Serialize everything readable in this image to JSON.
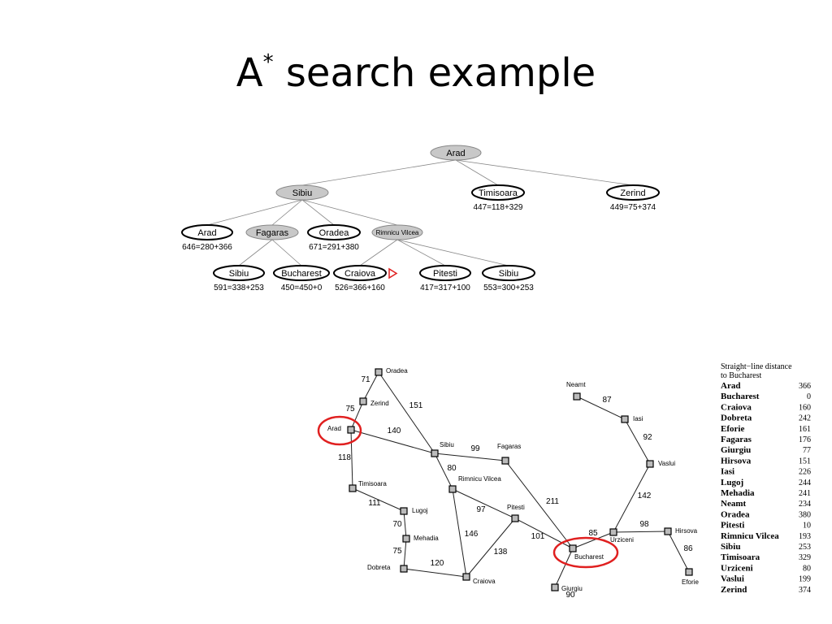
{
  "slide": {
    "title_main": "A",
    "title_star": "*",
    "title_rest": " search example"
  },
  "tree": {
    "nodes": [
      {
        "id": "root",
        "label": "Arad",
        "f": "",
        "expanded": true
      },
      {
        "id": "sibiu",
        "label": "Sibiu",
        "f": "",
        "expanded": true
      },
      {
        "id": "timisoara",
        "label": "Timisoara",
        "f": "447=118+329",
        "expanded": false
      },
      {
        "id": "zerind",
        "label": "Zerind",
        "f": "449=75+374",
        "expanded": false
      },
      {
        "id": "arad2",
        "label": "Arad",
        "f": "646=280+366",
        "expanded": false
      },
      {
        "id": "fagaras",
        "label": "Fagaras",
        "f": "",
        "expanded": true
      },
      {
        "id": "oradea",
        "label": "Oradea",
        "f": "671=291+380",
        "expanded": false
      },
      {
        "id": "rimnicu",
        "label": "Rimnicu Vilcea",
        "f": "",
        "expanded": true
      },
      {
        "id": "sibiu2",
        "label": "Sibiu",
        "f": "591=338+253",
        "expanded": false
      },
      {
        "id": "bucharest",
        "label": "Bucharest",
        "f": "450=450+0",
        "expanded": false
      },
      {
        "id": "craiova",
        "label": "Craiova",
        "f": "526=366+160",
        "expanded": false
      },
      {
        "id": "pitesti",
        "label": "Pitesti",
        "f": "417=317+100",
        "expanded": false
      },
      {
        "id": "sibiu3",
        "label": "Sibiu",
        "f": "553=300+253",
        "expanded": false
      }
    ]
  },
  "map": {
    "cities": [
      {
        "id": "oradea",
        "label": "Oradea"
      },
      {
        "id": "zerind",
        "label": "Zerind"
      },
      {
        "id": "arad",
        "label": "Arad"
      },
      {
        "id": "timisoara",
        "label": "Timisoara"
      },
      {
        "id": "lugoj",
        "label": "Lugoj"
      },
      {
        "id": "mehadia",
        "label": "Mehadia"
      },
      {
        "id": "dobreta",
        "label": "Dobreta"
      },
      {
        "id": "craiova",
        "label": "Craiova"
      },
      {
        "id": "sibiu",
        "label": "Sibiu"
      },
      {
        "id": "fagaras",
        "label": "Fagaras"
      },
      {
        "id": "rimnicu",
        "label": "Rimnicu Vilcea"
      },
      {
        "id": "pitesti",
        "label": "Pitesti"
      },
      {
        "id": "bucharest",
        "label": "Bucharest"
      },
      {
        "id": "giurgiu",
        "label": "Giurgiu"
      },
      {
        "id": "urziceni",
        "label": "Urziceni"
      },
      {
        "id": "hirsova",
        "label": "Hirsova"
      },
      {
        "id": "eforie",
        "label": "Eforie"
      },
      {
        "id": "vaslui",
        "label": "Vaslui"
      },
      {
        "id": "iasi",
        "label": "Iasi"
      },
      {
        "id": "neamt",
        "label": "Neamt"
      }
    ],
    "roads": [
      {
        "from": "oradea",
        "to": "zerind",
        "dist": "71"
      },
      {
        "from": "zerind",
        "to": "arad",
        "dist": "75"
      },
      {
        "from": "oradea",
        "to": "sibiu",
        "dist": "151"
      },
      {
        "from": "arad",
        "to": "sibiu",
        "dist": "140"
      },
      {
        "from": "arad",
        "to": "timisoara",
        "dist": "118"
      },
      {
        "from": "timisoara",
        "to": "lugoj",
        "dist": "111"
      },
      {
        "from": "lugoj",
        "to": "mehadia",
        "dist": "70"
      },
      {
        "from": "mehadia",
        "to": "dobreta",
        "dist": "75"
      },
      {
        "from": "dobreta",
        "to": "craiova",
        "dist": "120"
      },
      {
        "from": "sibiu",
        "to": "fagaras",
        "dist": "99"
      },
      {
        "from": "sibiu",
        "to": "rimnicu",
        "dist": "80"
      },
      {
        "from": "rimnicu",
        "to": "pitesti",
        "dist": "97"
      },
      {
        "from": "rimnicu",
        "to": "craiova",
        "dist": "146"
      },
      {
        "from": "craiova",
        "to": "pitesti",
        "dist": "138"
      },
      {
        "from": "fagaras",
        "to": "bucharest",
        "dist": "211"
      },
      {
        "from": "pitesti",
        "to": "bucharest",
        "dist": "101"
      },
      {
        "from": "bucharest",
        "to": "giurgiu",
        "dist": "90"
      },
      {
        "from": "bucharest",
        "to": "urziceni",
        "dist": "85"
      },
      {
        "from": "urziceni",
        "to": "hirsova",
        "dist": "98"
      },
      {
        "from": "hirsova",
        "to": "eforie",
        "dist": "86"
      },
      {
        "from": "urziceni",
        "to": "vaslui",
        "dist": "142"
      },
      {
        "from": "vaslui",
        "to": "iasi",
        "dist": "92"
      },
      {
        "from": "iasi",
        "to": "neamt",
        "dist": "87"
      }
    ],
    "highlight_color": "#e02020"
  },
  "sld_table": {
    "title_line1": "Straight−line distance",
    "title_line2": "to Bucharest",
    "rows": [
      {
        "city": "Arad",
        "value": "366"
      },
      {
        "city": "Bucharest",
        "value": "0"
      },
      {
        "city": "Craiova",
        "value": "160"
      },
      {
        "city": "Dobreta",
        "value": "242"
      },
      {
        "city": "Eforie",
        "value": "161"
      },
      {
        "city": "Fagaras",
        "value": "176"
      },
      {
        "city": "Giurgiu",
        "value": "77"
      },
      {
        "city": "Hirsova",
        "value": "151"
      },
      {
        "city": "Iasi",
        "value": "226"
      },
      {
        "city": "Lugoj",
        "value": "244"
      },
      {
        "city": "Mehadia",
        "value": "241"
      },
      {
        "city": "Neamt",
        "value": "234"
      },
      {
        "city": "Oradea",
        "value": "380"
      },
      {
        "city": "Pitesti",
        "value": "10"
      },
      {
        "city": "Rimnicu Vilcea",
        "value": "193"
      },
      {
        "city": "Sibiu",
        "value": "253"
      },
      {
        "city": "Timisoara",
        "value": "329"
      },
      {
        "city": "Urziceni",
        "value": "80"
      },
      {
        "city": "Vaslui",
        "value": "199"
      },
      {
        "city": "Zerind",
        "value": "374"
      }
    ]
  },
  "colors": {
    "expanded_fill": "#c8c8c8",
    "marker_red": "#e02020"
  }
}
